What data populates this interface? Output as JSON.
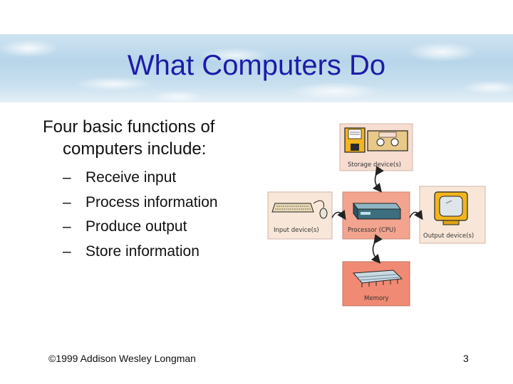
{
  "slide": {
    "title": "What Computers Do",
    "intro_line1": "Four basic functions of",
    "intro_line2": "computers include:",
    "bullets": [
      {
        "dash": "–",
        "text": "Receive input"
      },
      {
        "dash": "–",
        "text": "Process information"
      },
      {
        "dash": "–",
        "text": "Produce output"
      },
      {
        "dash": "–",
        "text": "Store information"
      }
    ],
    "footer": "©1999 Addison Wesley Longman",
    "page_number": "3"
  },
  "diagram": {
    "storage_label": "Storage device(s)",
    "input_label": "Input device(s)",
    "processor_label": "Processor (CPU)",
    "output_label": "Output device(s)",
    "memory_label": "Memory",
    "colors": {
      "storage": "#f6ddd0",
      "input": "#f8e7d8",
      "processor": "#f2a48e",
      "output": "#f8e7d8",
      "memory": "#f08a74",
      "arrow": "#222222"
    }
  }
}
